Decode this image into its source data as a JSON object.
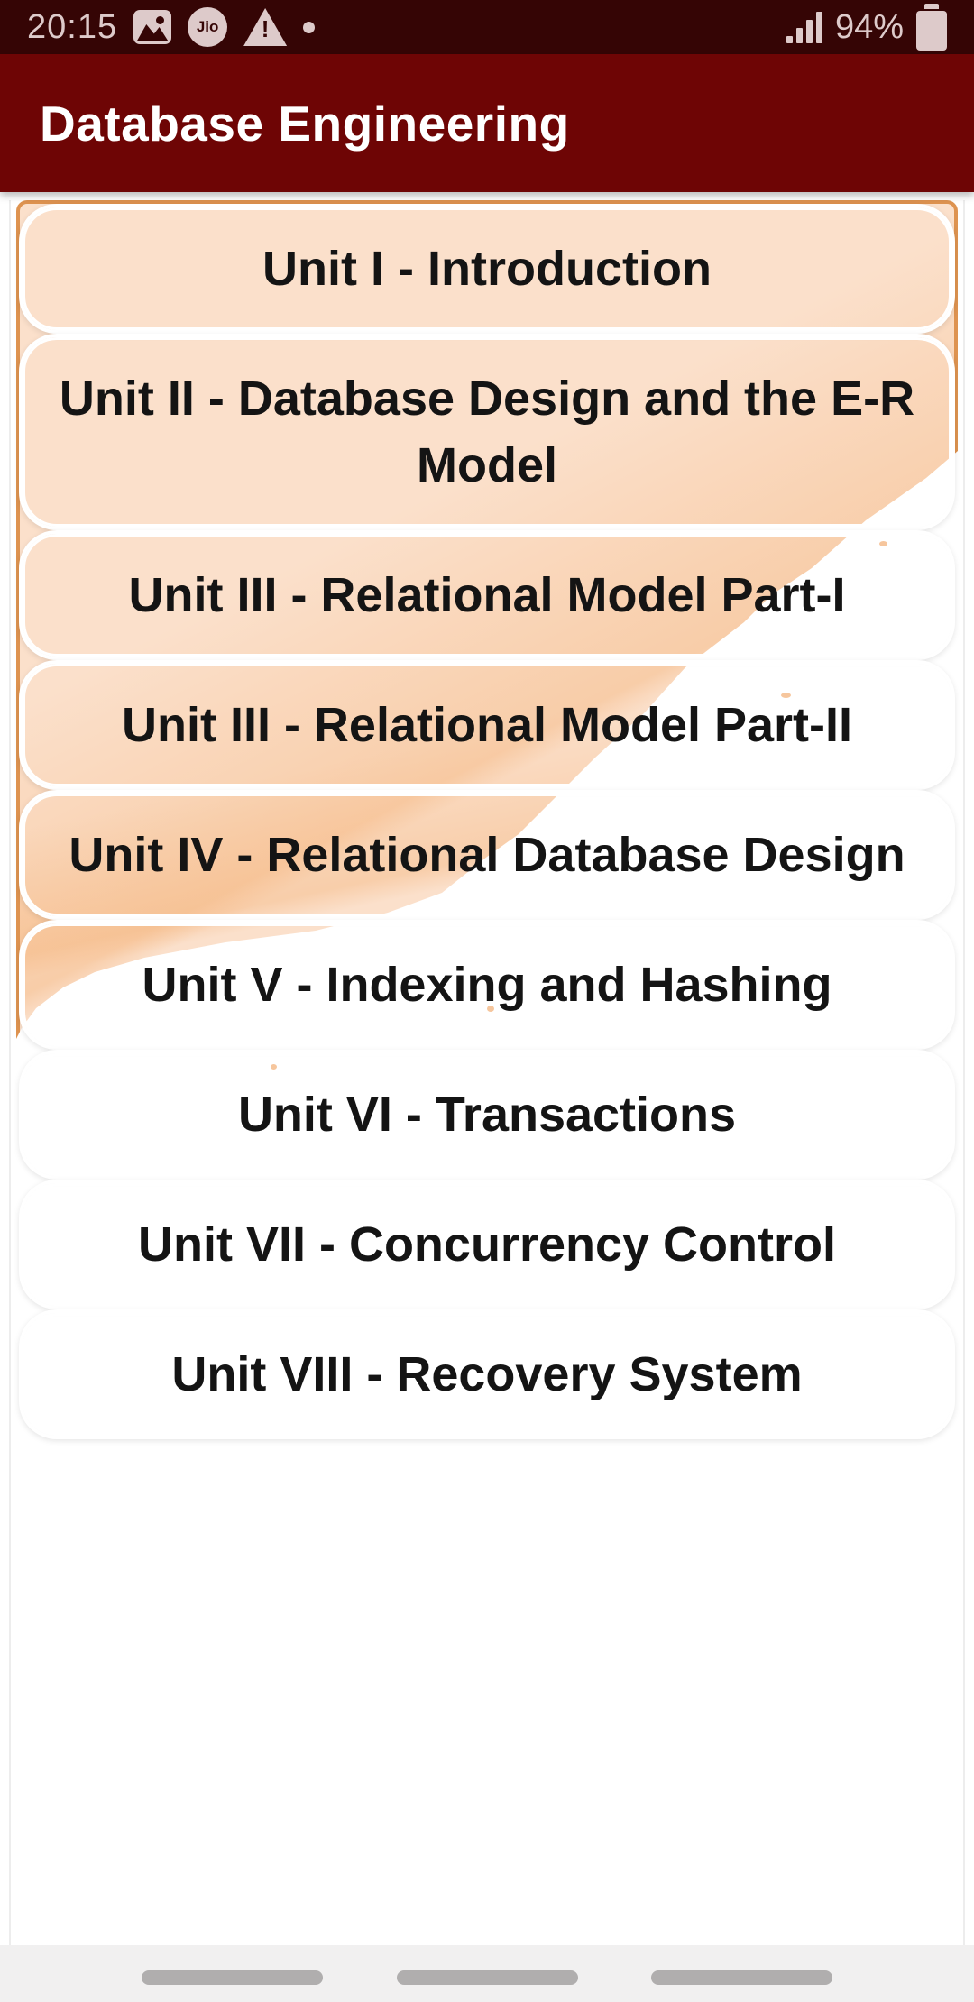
{
  "status_bar": {
    "time": "20:15",
    "battery_percent": "94%",
    "jio_label": "Jio",
    "warning_mark": "!",
    "left_icons": [
      "gallery-icon",
      "jio-icon",
      "warning-icon",
      "notification-dot"
    ],
    "right_icons": [
      "signal-icon",
      "battery-icon"
    ]
  },
  "app_bar": {
    "title": "Database Engineering"
  },
  "list": {
    "items": [
      {
        "label": "Unit I - Introduction"
      },
      {
        "label": "Unit II - Database Design and the E-R Model"
      },
      {
        "label": "Unit III - Relational Model Part-I"
      },
      {
        "label": "Unit III - Relational Model Part-II"
      },
      {
        "label": "Unit IV - Relational Database Design"
      },
      {
        "label": "Unit V - Indexing and Hashing"
      },
      {
        "label": "Unit VI - Transactions"
      },
      {
        "label": "Unit VII - Concurrency Control"
      },
      {
        "label": "Unit VIII - Recovery System"
      }
    ]
  },
  "nav_bar": {
    "pill_count": 3
  },
  "colors": {
    "status_bg": "#350505",
    "appbar_bg": "#6e0505",
    "status_fg": "#ddcaca",
    "frame_border": "#de9350",
    "swoosh_peach": "#fbe0cb",
    "swoosh_deep": "#f4b278",
    "navbar_bg": "#f1f0f0",
    "nav_pill": "#b0aeae",
    "item_text": "#141414"
  }
}
